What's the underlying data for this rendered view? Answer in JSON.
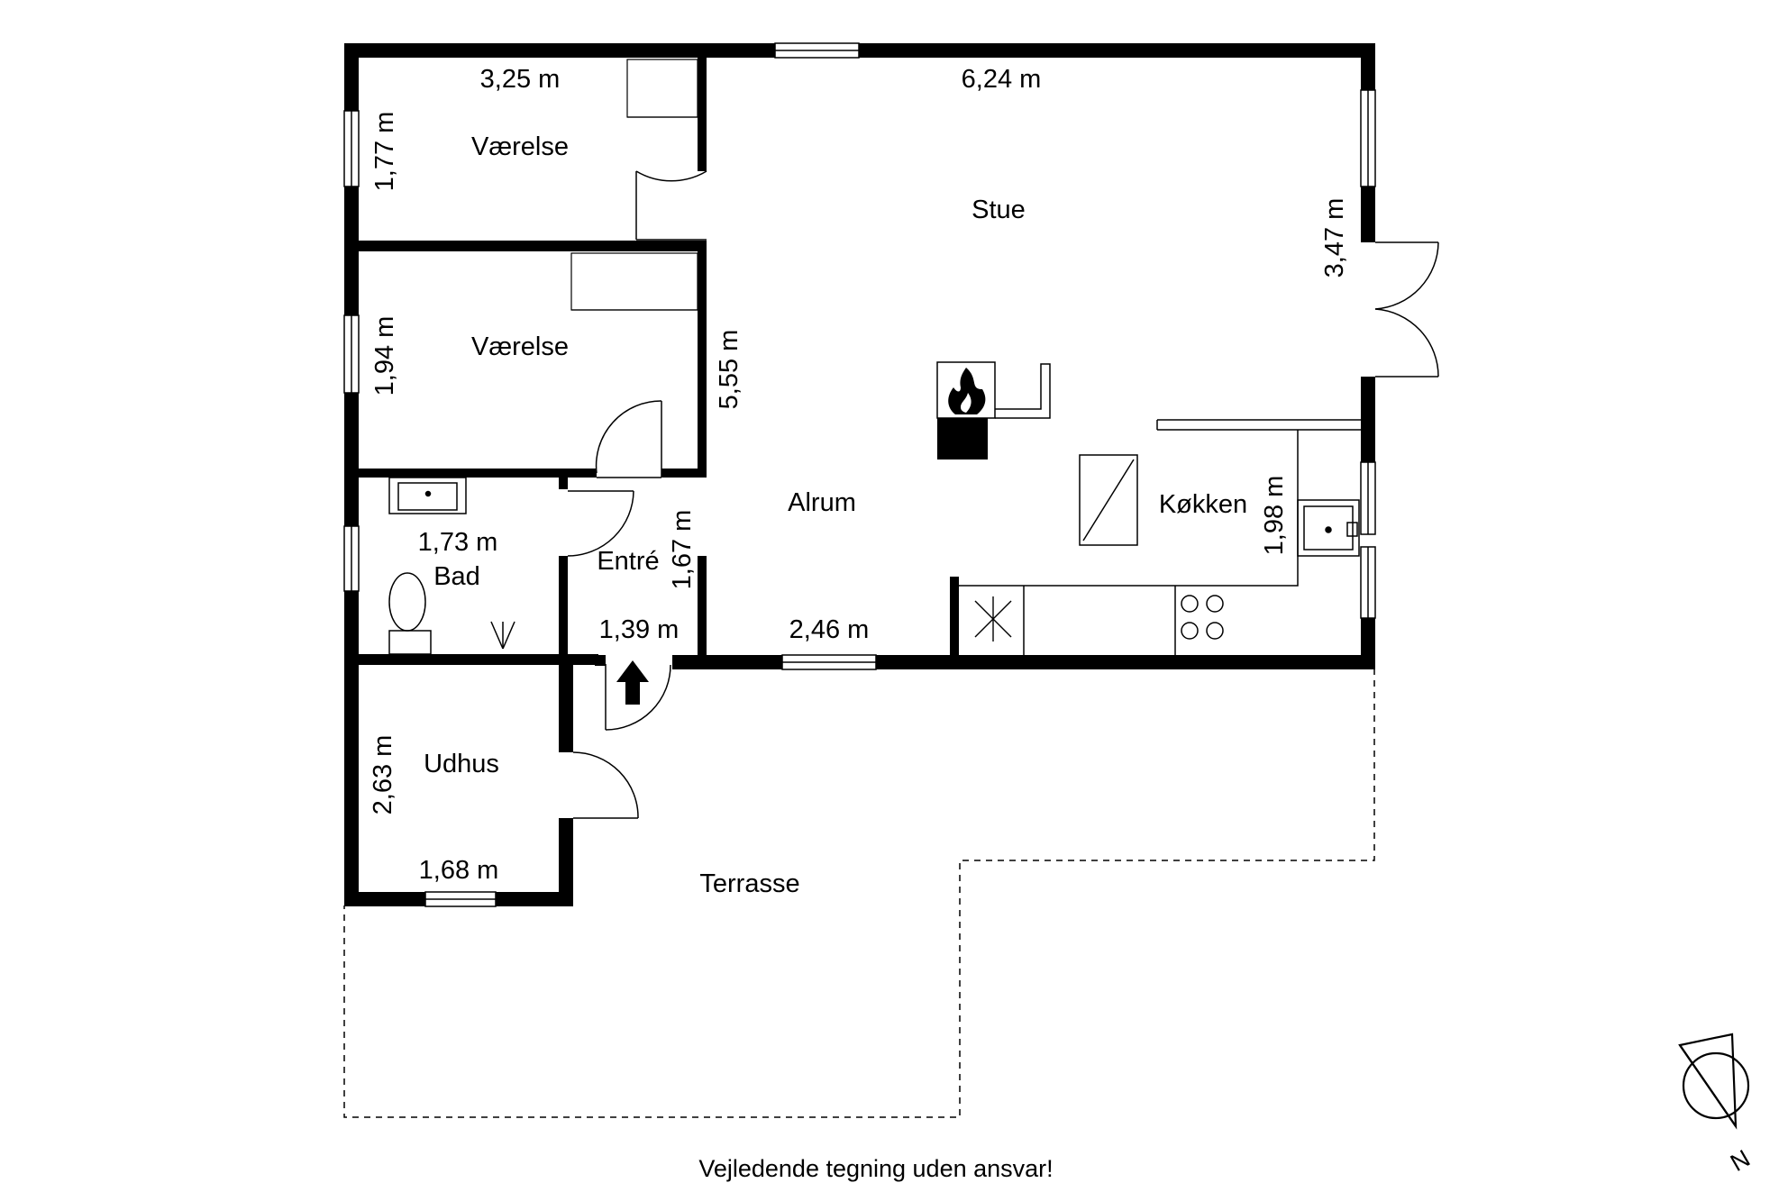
{
  "rooms": {
    "vaerelse1": "Værelse",
    "vaerelse2": "Værelse",
    "stue": "Stue",
    "alrum": "Alrum",
    "koekken": "Køkken",
    "bad": "Bad",
    "entre": "Entré",
    "udhus": "Udhus",
    "terrasse": "Terrasse"
  },
  "dimensions": {
    "v1_width": "3,25 m",
    "v1_depth": "1,77 m",
    "stue_width": "6,24 m",
    "stue_depth": "3,47 m",
    "v2_depth": "1,94 m",
    "alrum_depth": "5,55 m",
    "bad_width": "1,73 m",
    "entre_depth": "1,67 m",
    "koekken_depth": "1,98 m",
    "entre_width": "1,39 m",
    "alrum_width": "2,46 m",
    "udhus_depth": "2,63 m",
    "udhus_width": "1,68 m"
  },
  "footer": {
    "disclaimer": "Vejledende tegning uden ansvar!"
  },
  "compass": {
    "north_label": "N",
    "icon": "north-arrow-icon"
  },
  "colors": {
    "wall": "#000000",
    "background": "#ffffff"
  }
}
